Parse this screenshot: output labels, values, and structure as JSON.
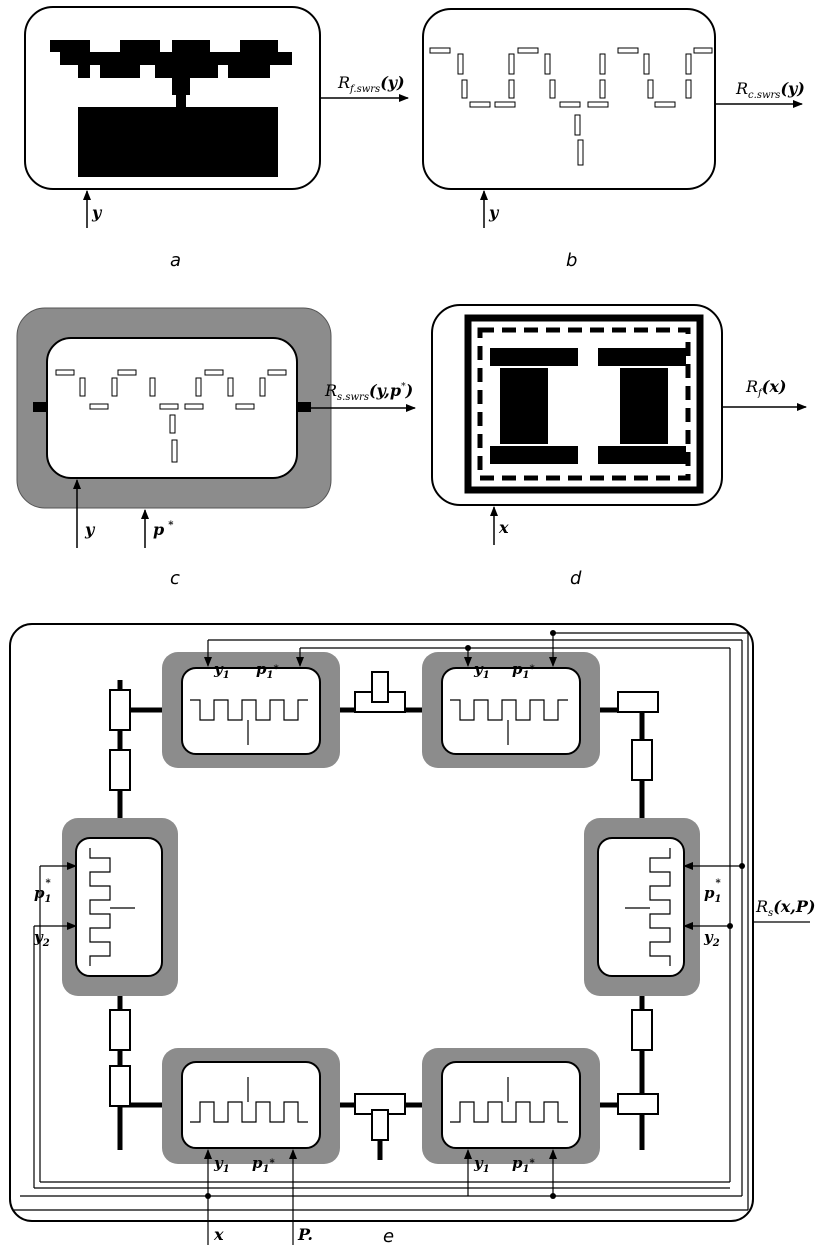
{
  "panels": {
    "a": {
      "caption": "a",
      "output_label": "R",
      "output_sub": "f.swrs",
      "output_arg": "(y)",
      "input_label": "y"
    },
    "b": {
      "caption": "b",
      "output_label": "R",
      "output_sub": "c.swrs",
      "output_arg": "(y)",
      "input_label": "y"
    },
    "c": {
      "caption": "c",
      "output_label": "R",
      "output_sub": "s.swrs",
      "output_arg": "(y,p",
      "output_sup": "*",
      "output_close": ")",
      "input_y": "y",
      "input_p": "p",
      "input_p_sup": "*"
    },
    "d": {
      "caption": "d",
      "output_label": "R",
      "output_sub": "f",
      "output_arg": "(x)",
      "input_label": "x"
    },
    "e": {
      "caption": "e",
      "output_label": "R",
      "output_sub": "s",
      "output_arg": "(x,P)",
      "y1": "y",
      "y1_sub": "1",
      "p1": "p",
      "p1_sub": "1",
      "p1_sup": "*",
      "y2": "y",
      "y2_sub": "2",
      "x_label": "x",
      "P_label": "P."
    }
  },
  "colors": {
    "shade": "#8c8c8c",
    "line": "#000000",
    "background": "#ffffff"
  }
}
